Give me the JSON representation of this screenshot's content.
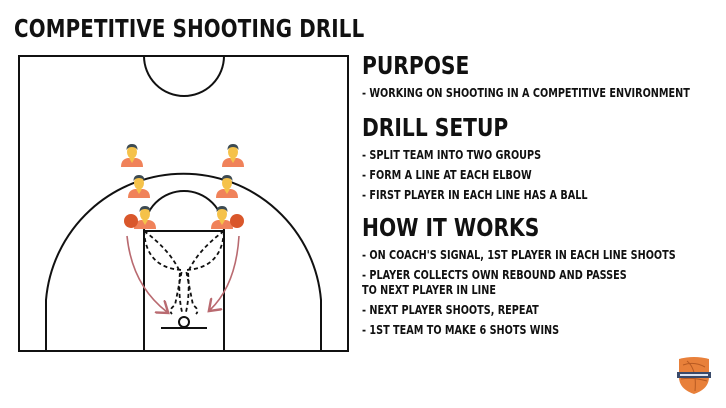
{
  "title": "COMPETITIVE SHOOTING DRILL",
  "sections": [
    {
      "heading": "PURPOSE",
      "items": [
        "- WORKING ON SHOOTING IN A COMPETITIVE ENVIRONMENT"
      ]
    },
    {
      "heading": "DRILL SETUP",
      "items": [
        "- SPLIT TEAM INTO TWO GROUPS",
        "- FORM A LINE AT EACH ELBOW",
        "- FIRST PLAYER IN EACH LINE HAS A BALL"
      ]
    },
    {
      "heading": "HOW IT WORKS",
      "items": [
        "- ON COACH'S SIGNAL, 1ST PLAYER IN EACH LINE SHOOTS",
        "- PLAYER COLLECTS OWN REBOUND AND PASSES",
        "TO NEXT PLAYER IN LINE",
        "- NEXT PLAYER SHOOTS, REPEAT",
        "- 1ST TEAM TO MAKE 6 SHOTS WINS"
      ]
    }
  ],
  "diagram": {
    "players_left_line": 3,
    "players_right_line": 3,
    "balls": 2,
    "colors": {
      "court_line": "#111111",
      "player_skin": "#f5c24a",
      "player_jersey": "#f0825a",
      "player_hair": "#3c4a52",
      "ball": "#d9572b",
      "pass_arrow": "#b96a70",
      "logo": "#e8803a"
    }
  },
  "logo": {
    "icon": "basketball-shield-logo"
  }
}
